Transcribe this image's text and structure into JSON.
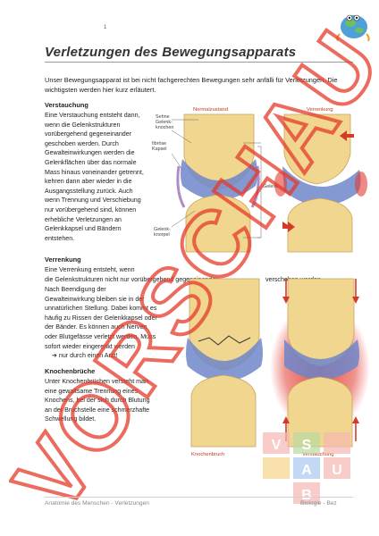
{
  "page_mark": "1",
  "title": "Verletzungen des Bewegungsapparats",
  "intro": "Unser Bewegungsapparat ist bei nicht fachgerechten Bewegungen sehr anfälli für Verletzungen. Die wichtigsten werden hier kurz erläutert.",
  "sections": {
    "verstauchung": {
      "heading": "Verstauchung",
      "text": "Eine Verstauchung entsteht dann, wenn die Gelenkstrukturen vorübergehend gegeneinander geschoben werden. Durch Gewalteinwirkungen werden die Gelenkflächen über das normale Mass hinaus voneinander getrennt, kehren dann aber wieder in die Ausgangsstellung zurück. Auch wenn Trennung und Verschiebung nur vorübergehend sind, können erhebliche Verletzungen an Gelenkkapsel und Bändern entstehen."
    },
    "verrenkung": {
      "heading": "Verrenkung",
      "line1": "Eine Verrenkung entsteht, wenn",
      "line2a": "die Gelenkstrukturen nicht nur vorübergehend gegeneinander",
      "line2b": "verschoben werden.",
      "text": "Nach Beendigung der Gewalteinwirkung bleiben sie in der unnatürlichen Stellung. Dabei kommt es häufig zu Rissen der Gelenkkapsel oder der Bänder. Es können auch Nerven oder Blutgefässe verletzt werden. Muss sofort wieder eingerenkt werden",
      "arrow_text": "➔ nur durch einen Arzt!"
    },
    "knochenbrueche": {
      "heading": "Knochenbrüche",
      "text": "Unter Knochenbrüchen versteht man eine gewaltsame Trennung eines Knochens, bei der sich durch Blutung an der Bruchstelle eine schmerzhafte Schwellung bildet."
    }
  },
  "figure": {
    "label_normalzustand": "Normalzustand",
    "label_verrenkung": "Verrenkung",
    "label_knochenbruch": "Knochenbruch",
    "label_verstauchung": "Verstauchung",
    "label_sehne_1": "Sehne",
    "label_sehne_2": "Gelenk-",
    "label_sehne_3": "knochen",
    "label_kapsel_1": "fibröse",
    "label_kapsel_2": "Kapsel",
    "label_gelenk": "Gelenk",
    "label_knorpel_1": "Gelenk-",
    "label_knorpel_2": "knorpel"
  },
  "watermark": "VORSCHAU",
  "vsa_letters": [
    "V",
    "S",
    "A",
    "U",
    "B"
  ],
  "footer": {
    "left": "Anatomie des Menschen - Verletzungen",
    "right": "Biologie - Bez"
  },
  "colors": {
    "watermark_red": "#e63a2a",
    "label_red": "#c23a20",
    "bone": "#f1d690",
    "cartilage": "#6f86c9",
    "inflammation": "#e33a30"
  }
}
